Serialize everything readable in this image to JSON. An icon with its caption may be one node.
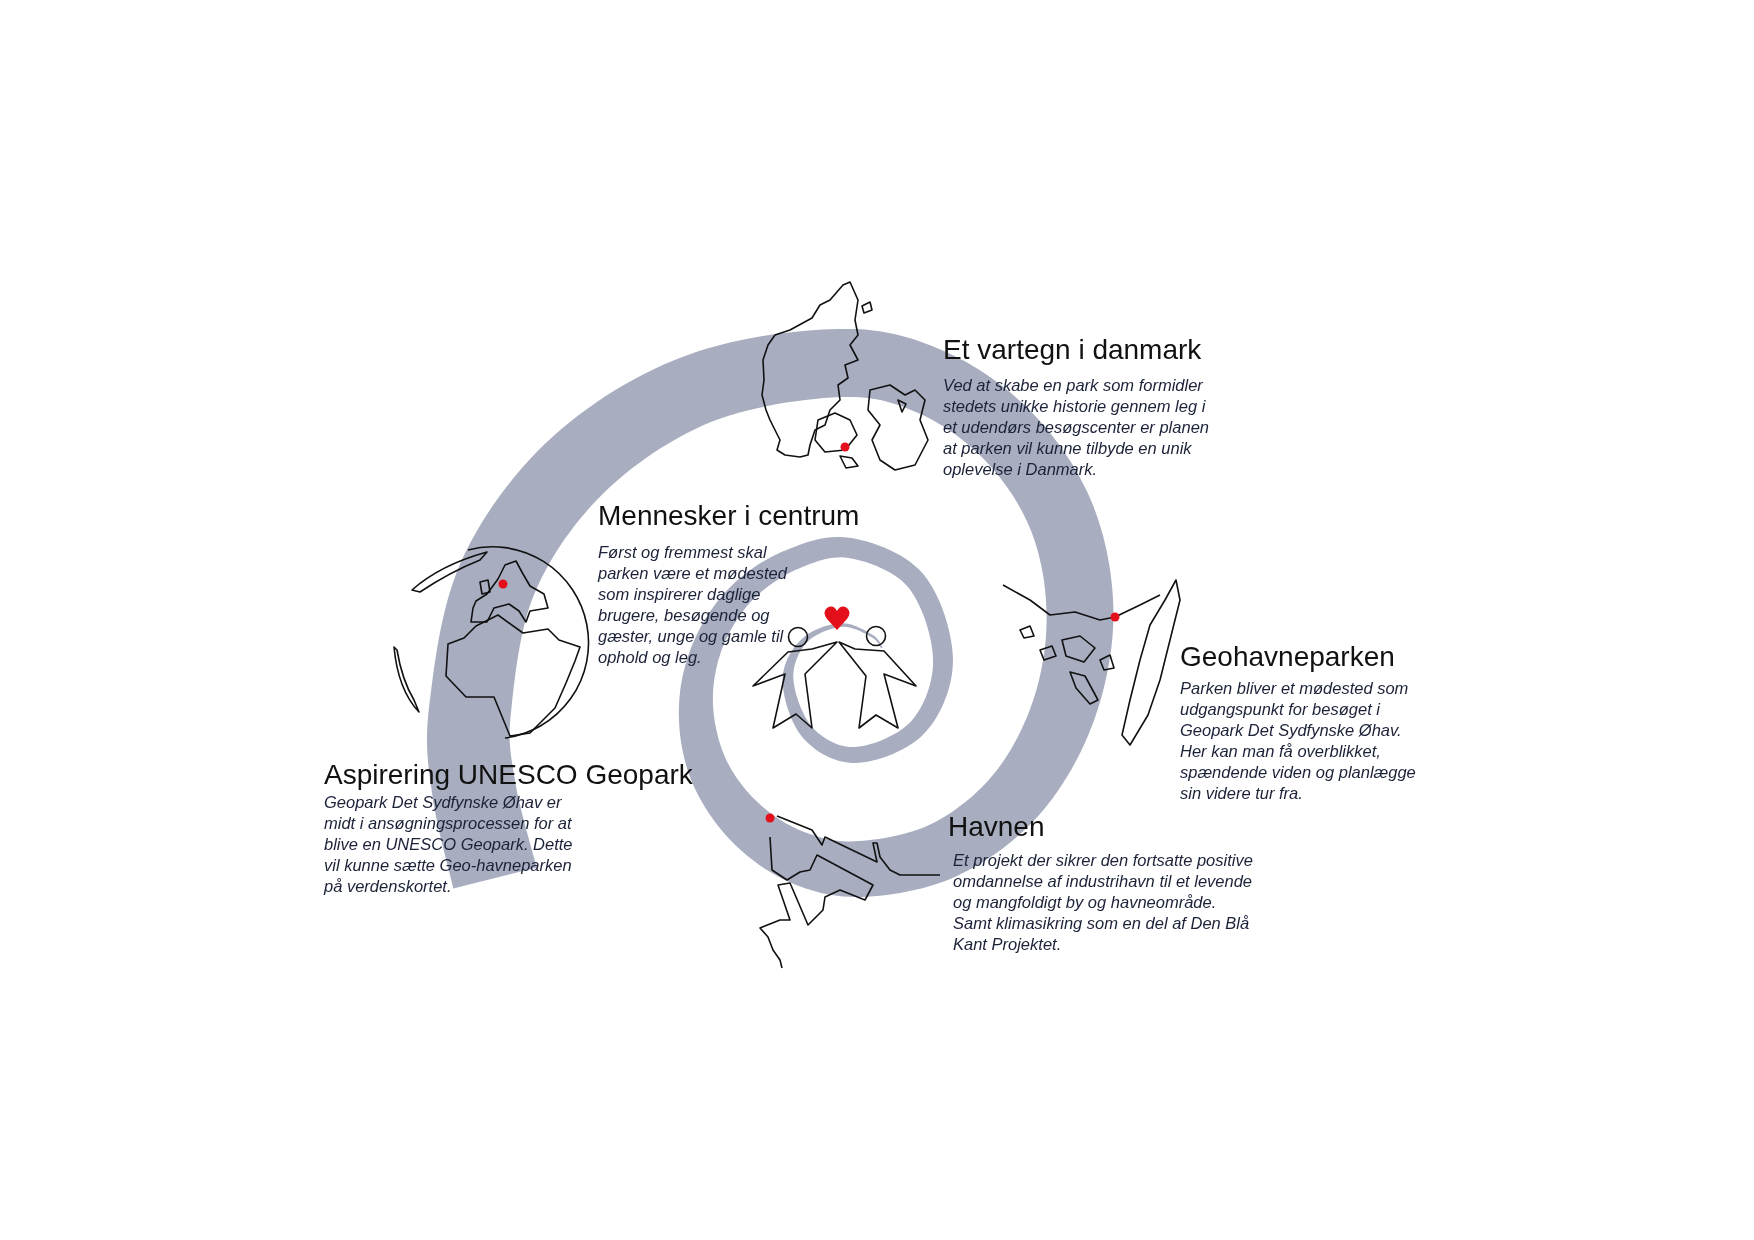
{
  "diagram": {
    "labels": [
      "Et vartegn i danmark",
      "Ved at skabe en park som formidler stedets unikke historie gennem leg i et udendørs besøgscenter er planen at parken vil kunne tilbyde en unik oplevelse i Danmark.",
      "Mennesker i centrum",
      "Først og fremmest skal parken være et mødested som inspirerer daglige brugere, besøgende og gæster, unge og gamle til ophold og leg.",
      "Geohavneparken",
      "Parken bliver et mødested som udgangspunkt for besøget i Geopark Det Sydfynske Øhav. Her kan man få overblikket, spændende viden og planlægge sin videre tur fra.",
      "Aspirering UNESCO Geopark",
      "Geopark Det Sydfynske Øhav er midt i ansøgningsprocessen for at blive en UNESCO Geopark. Dette vil kunne sætte Geo-havneparken på verdenskortet.",
      "Havnen",
      "Et projekt der sikrer den fortsatte positive omdannelse af industrihavn til et levende og mangfoldigt by og havneområde. Samt klimasikring som en del af Den Blå Kant Projektet."
    ]
  }
}
